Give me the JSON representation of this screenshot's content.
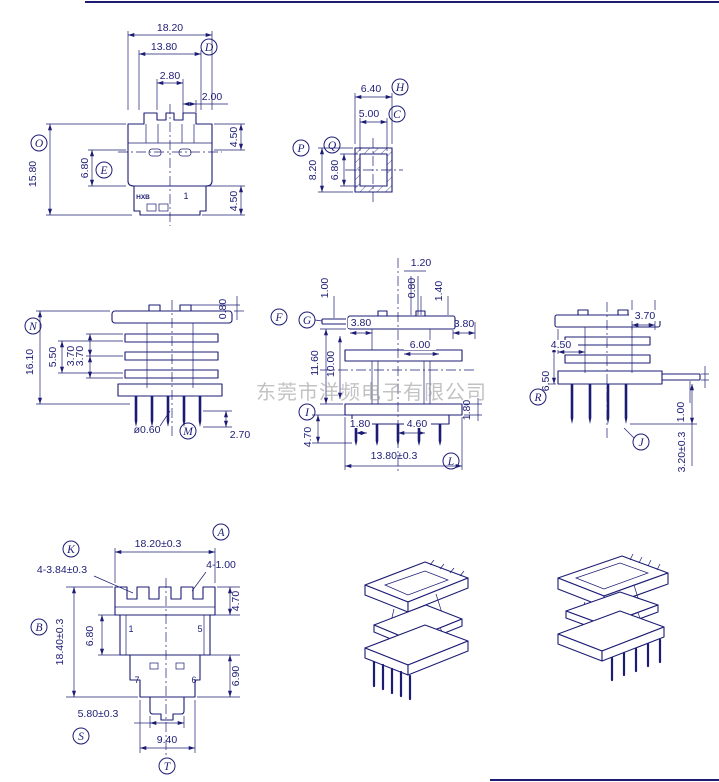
{
  "watermark": "东莞市洋频电子有限公司",
  "front_view": {
    "overall_width": "18.20",
    "flange_width": "13.80",
    "slot_width": "2.80",
    "tab_width": "2.00",
    "top_height": "4.50",
    "overall_height": "15.80",
    "mid_height": "6.80",
    "base_height": "4.50",
    "balloon_o": "O",
    "balloon_d": "D",
    "balloon_e": "E",
    "logo": "HXB",
    "mark": "1"
  },
  "section_view": {
    "outer_width": "6.40",
    "inner_width": "5.00",
    "outer_height": "8.20",
    "inner_height": "6.80",
    "balloon_h": "H",
    "balloon_c": "C",
    "balloon_p": "P",
    "balloon_q": "Q"
  },
  "side_view_left": {
    "overall_height": "16.10",
    "window_height": "5.50",
    "slot1": "3.70",
    "slot2": "3.70",
    "rib": "0.80",
    "pin_dia": "ø0.60",
    "pin_len": "2.70",
    "balloon_n": "N",
    "balloon_m": "M"
  },
  "plan_view": {
    "d120": "1.20",
    "d100": "1.00",
    "d080": "0.80",
    "d140": "1.40",
    "d380a": "3.80",
    "d380b": "3.80",
    "d1160": "11.60",
    "d1000": "10.00",
    "d600": "6.00",
    "d470": "4.70",
    "d180a": "1.80",
    "d460": "4.60",
    "pin_span": "13.80±0.3",
    "d180b": "1.80",
    "balloon_f": "F",
    "balloon_g": "G",
    "balloon_i": "I",
    "balloon_l": "L"
  },
  "side_view_right": {
    "d370": "3.70",
    "d450": "4.50",
    "d650": "6.50",
    "d100": "1.00",
    "d320": "3.20±0.3",
    "balloon_r": "R",
    "balloon_j": "J"
  },
  "bottom_view": {
    "overall_width": "18.20±0.3",
    "teeth": "4-3.84±0.3",
    "slots": "4-1.00",
    "d470": "4.70",
    "overall_height": "18.40±0.3",
    "d680": "6.80",
    "d690": "6.90",
    "tab_width": "5.80±0.3",
    "boss_width": "9.40",
    "balloon_k": "K",
    "balloon_a": "A",
    "balloon_b": "B",
    "balloon_s": "S",
    "balloon_t": "T",
    "pin1": "1",
    "pin5": "5",
    "pin7": "7",
    "pin6": "6"
  }
}
